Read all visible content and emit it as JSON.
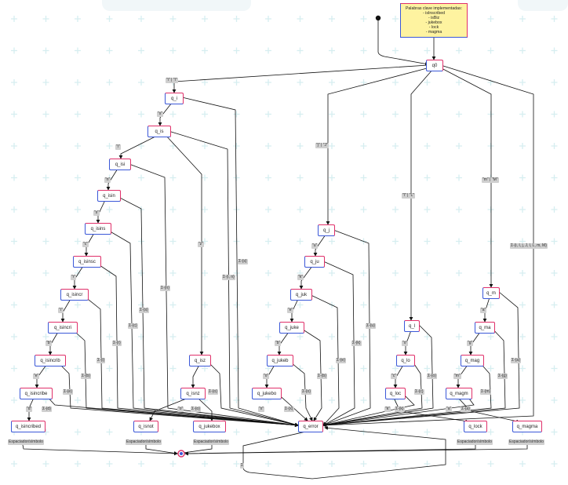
{
  "note": {
    "lines": [
      "Palabras clave implementadas:",
      "- isInscribed",
      "- isBiz",
      "- jukebox",
      "- lock",
      "- magma"
    ]
  },
  "states": {
    "q0": "q0",
    "q_i": "q_i",
    "q_is": "q_is",
    "q_isi": "q_isi",
    "q_isin": "q_isin",
    "q_isins": "q_isins",
    "q_isinsc": "q_isinsc",
    "q_isincr": "q_isincr",
    "q_isincri": "q_isincri",
    "q_isincrib": "q_isincrib",
    "q_isincribe": "q_isincribe",
    "q_isincribed": "q_isincribed",
    "q_isz": "q_isz",
    "q_isnot": "q_isnot",
    "q_isnz": "q_isnz",
    "q_j": "q_j",
    "q_ju": "q_ju",
    "q_juk": "q_juk",
    "q_juke": "q_juke",
    "q_jukeb": "q_jukeb",
    "q_jukebo": "q_jukebo",
    "q_jukebox": "q_jukebox",
    "q_l": "q_l",
    "q_lo": "q_lo",
    "q_loc": "q_loc",
    "q_lock": "q_lock",
    "q_m": "q_m",
    "q_ma": "q_ma",
    "q_mag": "q_mag",
    "q_magm": "q_magm",
    "q_magma": "q_magma",
    "q_error": "q_error"
  },
  "labels": {
    "i": "\"i\" | \"I\"",
    "j": "\"j\" | \"J\"",
    "l": "\"l\" | \"L\"",
    "m": "\"m\" | \"M\"",
    "s": "\"s\"",
    "i2": "\"i\"",
    "n": "\"n\"",
    "s2": "\"s\"",
    "c": "\"c\"",
    "r": "\"r\"",
    "i3": "\"i\"",
    "b": "\"b\"",
    "e": "\"e\"",
    "d": "\"d\"",
    "z": "\"z\"",
    "u": "\"u\"",
    "k": "\"k\"",
    "e2": "\"e\"",
    "b2": "\"b\"",
    "o": "\"o\"",
    "x": "\"x\"",
    "o2": "\"o\"",
    "c2": "\"c\"",
    "k2": "\"k\"",
    "a": "\"a\"",
    "g": "\"g\"",
    "m2": "\"m\"",
    "a2": "\"a\"",
    "sigma_a": "Σ-{a}",
    "sigma_s": "Σ-{s}",
    "sigma_n": "Σ-{n}",
    "sigma_c": "Σ-{c}",
    "sigma_r": "Σ-{r}",
    "sigma_i": "Σ-{i}",
    "sigma_b": "Σ-{b}",
    "sigma_e": "Σ-{e}",
    "sigma_d": "Σ-{d}",
    "sigma_z": "Σ-{z}",
    "sigma_in": "Σ-{i, n}",
    "sigma_u": "Σ-{u}",
    "sigma_k": "Σ-{k}",
    "sigma_o": "Σ-{o}",
    "sigma_x": "Σ-{x}",
    "sigma_g": "Σ-{g}",
    "sigma_m": "Σ-{m}",
    "sigma_0": "Σ-{i, I, j, J, l, L, m, M}",
    "sigma_loop": "Σ",
    "esp": "Espaciador/símbolo"
  }
}
